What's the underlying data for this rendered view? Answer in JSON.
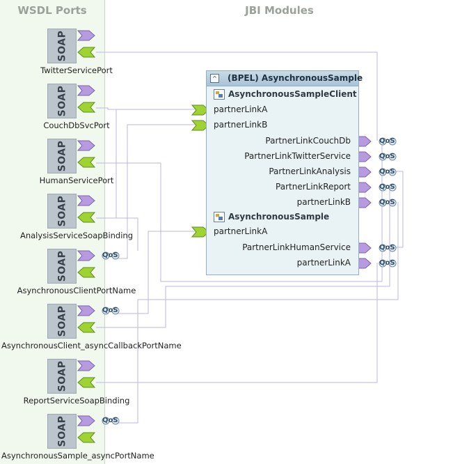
{
  "headers": {
    "wsdl": "WSDL Ports",
    "jbi": "JBI Modules"
  },
  "soap_label": "SOAP",
  "qos_label": "QoS",
  "ports": [
    {
      "name": "TwitterServicePort",
      "top_qos": false
    },
    {
      "name": "CouchDbSvcPort",
      "top_qos": false
    },
    {
      "name": "HumanServicePort",
      "top_qos": false
    },
    {
      "name": "AnalysisServiceSoapBinding",
      "top_qos": false
    },
    {
      "name": "AsynchronousClientPortName",
      "top_qos": true
    },
    {
      "name": "AsynchronousClient_asyncCallbackPortName",
      "top_qos": true
    },
    {
      "name": "ReportServiceSoapBinding",
      "top_qos": false
    },
    {
      "name": "AsynchronousSample_asyncPortName",
      "top_qos": true
    }
  ],
  "module": {
    "collapse_symbol": "^",
    "title": "(BPEL) AsynchronousSample",
    "subs": [
      {
        "name": "AsynchronousSampleClient",
        "consumers": [
          "partnerLinkA",
          "partnerLinkB"
        ],
        "providers": [
          "PartnerLinkCouchDb",
          "PartnerLinkTwitterService",
          "PartnerLinkAnalysis",
          "PartnerLinkReport",
          "partnerLinkB"
        ]
      },
      {
        "name": "AsynchronousSample",
        "consumers": [
          "partnerLinkA"
        ],
        "providers": [
          "PartnerLinkHumanService",
          "partnerLinkA"
        ]
      }
    ]
  },
  "colors": {
    "purple": "#b79be0",
    "green": "#9fd334",
    "line": "#b9b7e4",
    "wsdl_bg": "#f1f8ee",
    "soap_box": "#bcc5cc",
    "module_bg": "#e9f3f5"
  }
}
